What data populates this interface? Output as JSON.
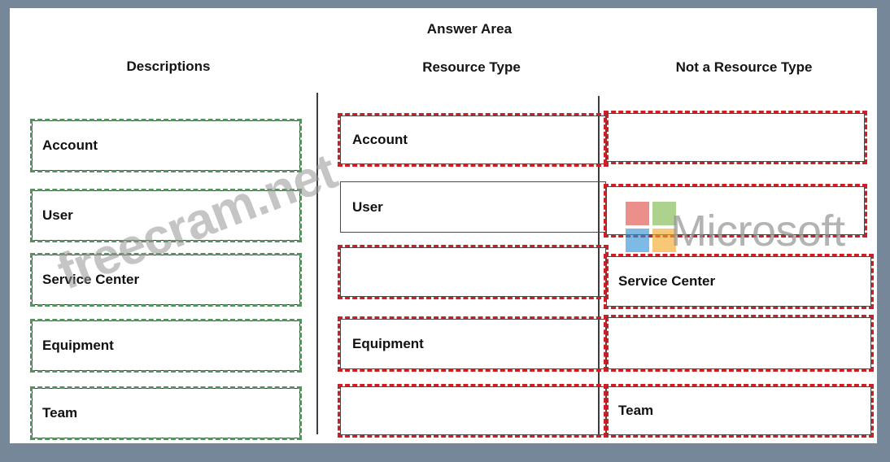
{
  "page": {
    "frame_color": "#768799",
    "canvas_color": "#ffffff"
  },
  "titles": {
    "answer_area": "Answer Area",
    "descriptions": "Descriptions"
  },
  "columns": {
    "resource_type": "Resource Type",
    "not_a_resource_type": "Not a Resource Type"
  },
  "descriptions_list": [
    {
      "label": "Account"
    },
    {
      "label": "User"
    },
    {
      "label": "Service Center"
    },
    {
      "label": "Equipment"
    },
    {
      "label": "Team"
    }
  ],
  "answer_rows": [
    {
      "label": "Account",
      "placed_in": "Resource Type"
    },
    {
      "label": "User",
      "placed_in": "Resource Type"
    },
    {
      "label": "Service Center",
      "placed_in": "Not a Resource Type"
    },
    {
      "label": "Equipment",
      "placed_in": "Resource Type"
    },
    {
      "label": "Team",
      "placed_in": "Not a Resource Type"
    }
  ],
  "styles": {
    "description_outline": "#55915c",
    "answer_outline": "#d01f24",
    "box_border": "#4a4a4a",
    "text_color": "#111111"
  },
  "watermarks": {
    "site": "freecram.net",
    "brand": "Microsoft",
    "logo_colors": {
      "top_left": "#de4a42",
      "top_right": "#7ab648",
      "bottom_left": "#2e8fd6",
      "bottom_right": "#f5a623"
    }
  }
}
